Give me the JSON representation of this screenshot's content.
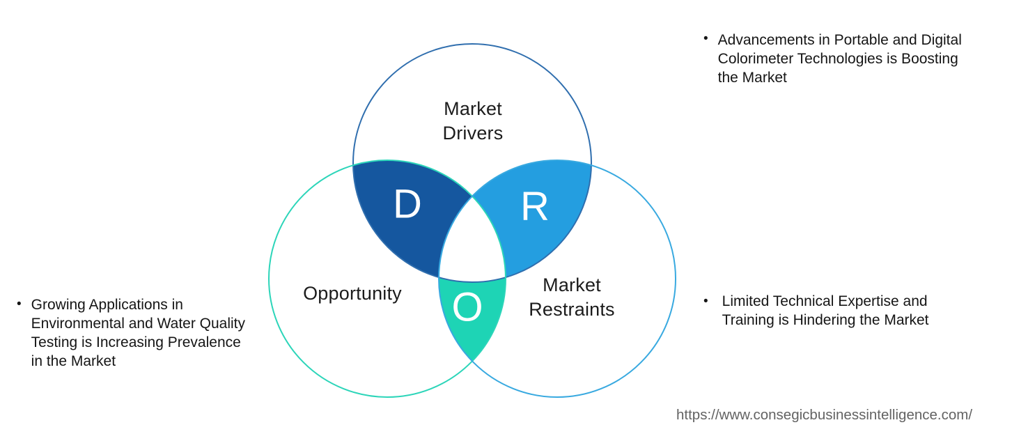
{
  "venn": {
    "drivers": {
      "label_lines": [
        "Market",
        "Drivers"
      ],
      "letter": "D"
    },
    "opportunity": {
      "label_lines": [
        "Opportunity"
      ],
      "letter": "O"
    },
    "restraints": {
      "label_lines": [
        "Market",
        "Restraints"
      ],
      "letter": "R"
    },
    "colors": {
      "drivers_fill": "#15579f",
      "restraints_fill": "#249ee0",
      "opportunity_fill": "#1ed4b5",
      "drivers_stroke": "#2f6eae",
      "opportunity_stroke": "#2cd5b9",
      "restraints_stroke": "#38a9e0",
      "letter_color": "#ffffff"
    }
  },
  "annotations": {
    "drivers_note": {
      "bullet": "•",
      "lines": [
        "Advancements in Portable and Digital",
        "Colorimeter Technologies is Boosting",
        "the Market"
      ]
    },
    "opportunity_note": {
      "bullet": "•",
      "lines": [
        "Growing Applications in",
        "Environmental and Water Quality",
        "Testing is Increasing Prevalence",
        "in the Market"
      ]
    },
    "restraints_note": {
      "bullet": "•",
      "lines": [
        "Limited Technical Expertise and",
        "Training is Hindering the Market"
      ]
    }
  },
  "footer": {
    "url": "https://www.consegicbusinessintelligence.com/"
  }
}
